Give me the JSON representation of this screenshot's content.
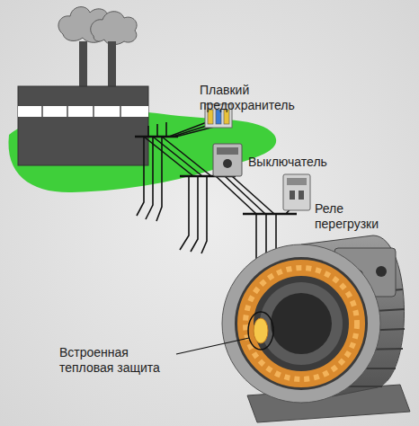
{
  "diagram": {
    "labels": [
      "Плавкий предохранитель",
      "Выключатель",
      "Реле перегрузки",
      "Встроенная тепловая защита"
    ]
  }
}
